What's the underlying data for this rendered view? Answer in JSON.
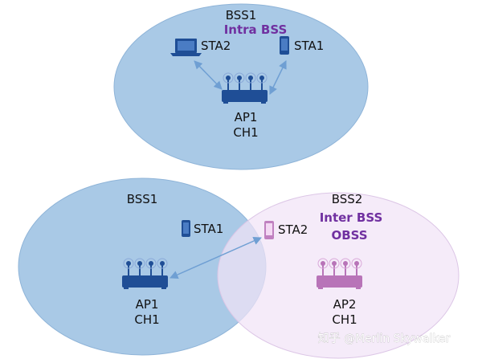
{
  "colors": {
    "bss_blue": "#a9c9e6",
    "bss_blue_stroke": "#8fb4d8",
    "bss_purple": "#f1e3f6",
    "bss_purple_stroke": "#dcc6e6",
    "device_blue": "#1f4e96",
    "device_purple": "#c080c0",
    "arrow": "#6f9fd3",
    "accent_text": "#7030a0"
  },
  "top": {
    "bss_label": "BSS1",
    "caption": "Intra BSS",
    "sta2_label": "STA2",
    "sta1_label": "STA1",
    "ap_label": "AP1",
    "channel_label": "CH1"
  },
  "bottom": {
    "bss1_label": "BSS1",
    "bss2_label": "BSS2",
    "caption_inter": "Inter BSS",
    "caption_obss": "OBSS",
    "sta1_label": "STA1",
    "sta2_label": "STA2",
    "ap1_label": "AP1",
    "ap1_channel": "CH1",
    "ap2_label": "AP2",
    "ap2_channel": "CH1"
  },
  "watermark": "知乎 @Merlin Skywalker",
  "icons": {
    "laptop": "laptop-icon",
    "phone": "phone-icon",
    "router": "router-icon"
  }
}
